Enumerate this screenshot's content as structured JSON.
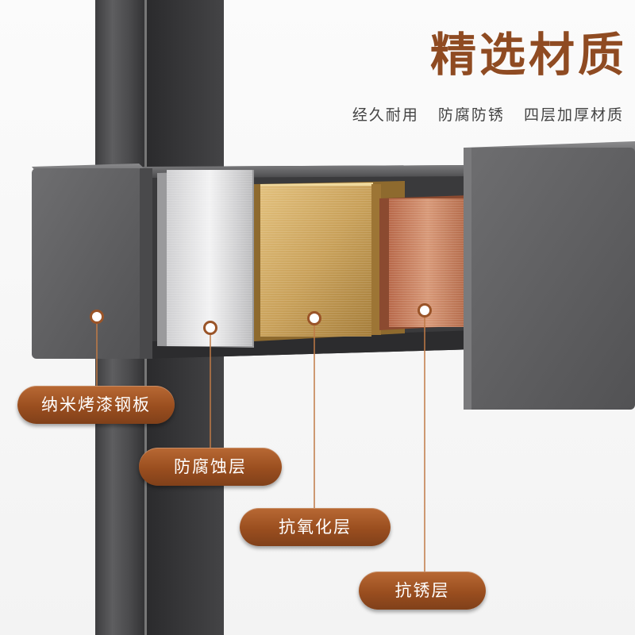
{
  "header": {
    "title": "精选材质",
    "features": [
      "经久耐用",
      "防腐防锈",
      "四层加厚材质"
    ]
  },
  "layers": [
    {
      "label": "纳米烤漆钢板"
    },
    {
      "label": "防腐蚀层"
    },
    {
      "label": "抗氧化层"
    },
    {
      "label": "抗锈层"
    }
  ],
  "colors": {
    "accent": "#9a4e1f",
    "title": "#8f4b22",
    "steel_gray": "#5a5a5c",
    "silver": "#dcdcdc",
    "gold": "#c9a15a",
    "copper": "#c9805c"
  }
}
